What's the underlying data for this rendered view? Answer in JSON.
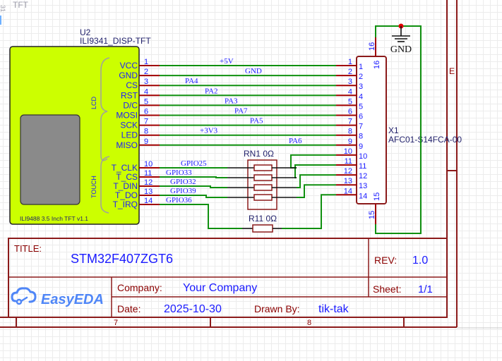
{
  "corner": {
    "label": "TFT",
    "ruler_glyph": "31"
  },
  "u2": {
    "designator": "U2",
    "name": "ILI9341_DISP-TFT",
    "footer": "ILI9488 3.5 Inch TFT v1.1",
    "group_lcd": "LCD",
    "group_touch": "TOUCH",
    "body_color": "#ccff00",
    "pins": [
      {
        "num": "1",
        "name": "VCC",
        "net": "+5V"
      },
      {
        "num": "2",
        "name": "GND",
        "net": "GND"
      },
      {
        "num": "3",
        "name": "CS",
        "net": "PA4"
      },
      {
        "num": "4",
        "name": "RST",
        "net": "PA2"
      },
      {
        "num": "5",
        "name": "D/C",
        "net": "PA3"
      },
      {
        "num": "6",
        "name": "MOSI",
        "net": "PA7"
      },
      {
        "num": "7",
        "name": "SCK",
        "net": "PA5"
      },
      {
        "num": "8",
        "name": "LED",
        "net": "+3V3"
      },
      {
        "num": "9",
        "name": "MISO",
        "net": "PA6"
      },
      {
        "num": "10",
        "name": "T_CLK",
        "net": "GPIO25"
      },
      {
        "num": "11",
        "name": "T_CS",
        "net": "GPIO33"
      },
      {
        "num": "12",
        "name": "T_DIN",
        "net": "GPIO32"
      },
      {
        "num": "13",
        "name": "T_DO",
        "net": "GPIO39"
      },
      {
        "num": "14",
        "name": "T_IRQ",
        "net": "GPIO36"
      }
    ]
  },
  "x1": {
    "designator": "X1",
    "name": "AFC01-S14FCA-00",
    "left_pins": [
      "1",
      "2",
      "3",
      "4",
      "5",
      "6",
      "7",
      "8",
      "9",
      "10",
      "11",
      "12",
      "13",
      "14"
    ],
    "top_pin": "16",
    "bottom_pin": "15"
  },
  "rn1": {
    "label": "RN1  0Ω"
  },
  "r11": {
    "label": "R11  0Ω"
  },
  "gnd_symbol": {
    "label": "GND"
  },
  "frame": {
    "zone_letter": "E",
    "columns": [
      "7",
      "8"
    ]
  },
  "title_block": {
    "title_label": "TITLE:",
    "title_value": "STM32F407ZGT6",
    "rev_label": "REV:",
    "rev_value": "1.0",
    "company_label": "Company:",
    "company_value": "Your Company",
    "sheet_label": "Sheet:",
    "sheet_value": "1/1",
    "date_label": "Date:",
    "date_value": "2025-10-30",
    "drawn_by_label": "Drawn By:",
    "drawn_by_value": "tik-tak",
    "logo_text": "EasyEDA",
    "logo_color": "#4f86f7"
  }
}
